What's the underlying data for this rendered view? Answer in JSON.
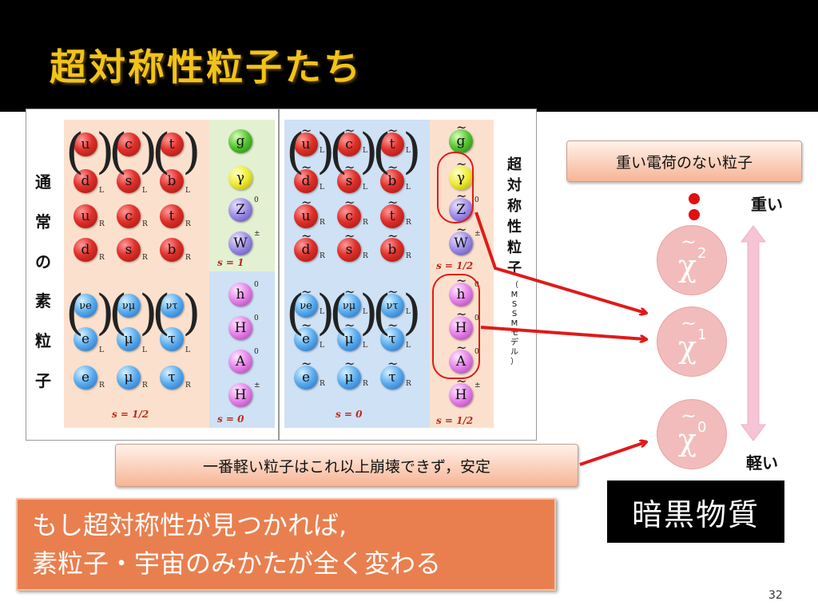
{
  "slide": {
    "title": "超対称性粒子たち",
    "page_number": "32"
  },
  "table": {
    "left_label": [
      "通",
      "常",
      "の",
      "素",
      "粒",
      "子"
    ],
    "right_label": [
      "超",
      "対",
      "称",
      "性",
      "粒",
      "子"
    ],
    "right_label_sub": [
      "（",
      "M",
      "S",
      "S",
      "M",
      "モ",
      "デ",
      "ル",
      "）"
    ],
    "spin_labels": {
      "quarks_leptons": "s = 1/2",
      "gauge": "s = 1",
      "higgs": "s = 0",
      "sfermions": "s = 0",
      "gauginos": "s = 1/2",
      "higgsinos": "s = 1/2"
    },
    "quarks": [
      [
        "u",
        "c",
        "t"
      ],
      [
        "d",
        "s",
        "b"
      ],
      [
        "u",
        "c",
        "t"
      ],
      [
        "d",
        "s",
        "b"
      ]
    ],
    "leptons": [
      [
        "νe",
        "νμ",
        "ντ"
      ],
      [
        "e",
        "μ",
        "τ"
      ],
      [
        "e",
        "μ",
        "τ"
      ]
    ],
    "leptons_susy": [
      [
        "νe",
        "νμ",
        "ντ"
      ],
      [
        "e",
        "μ",
        "τ"
      ],
      [
        "e",
        "μ",
        "τ"
      ]
    ],
    "gauge": [
      "g",
      "γ",
      "Z",
      "W"
    ],
    "gauge_superscripts": [
      "",
      "",
      "0",
      "±"
    ],
    "higgs": [
      "h",
      "H",
      "A",
      "H"
    ],
    "higgs_superscripts": [
      "0",
      "0",
      "0",
      "±"
    ],
    "sub_L": "L",
    "sub_R": "R",
    "tilde": "~"
  },
  "callouts": {
    "top": "重い電荷のない粒子",
    "bottom": "一番軽い粒子はこれ以上崩壊できず，安定"
  },
  "neutralinos": [
    {
      "symbol": "χ",
      "tilde": "~",
      "superscript": "2"
    },
    {
      "symbol": "χ",
      "tilde": "~",
      "superscript": "1"
    },
    {
      "symbol": "χ",
      "tilde": "~",
      "superscript": "0"
    }
  ],
  "mass_axis": {
    "heavy": "重い",
    "light": "軽い"
  },
  "dark_matter": "暗黒物質",
  "summary": {
    "line1": "もし超対称性が見つかれば,",
    "line2": "素粒子・宇宙のみかたが全く変わる"
  },
  "colors": {
    "title": "#f2c318",
    "arrow": "#e01a1a",
    "summary_bg": "#e97f4e",
    "neutralino": "#f3bcbc"
  }
}
